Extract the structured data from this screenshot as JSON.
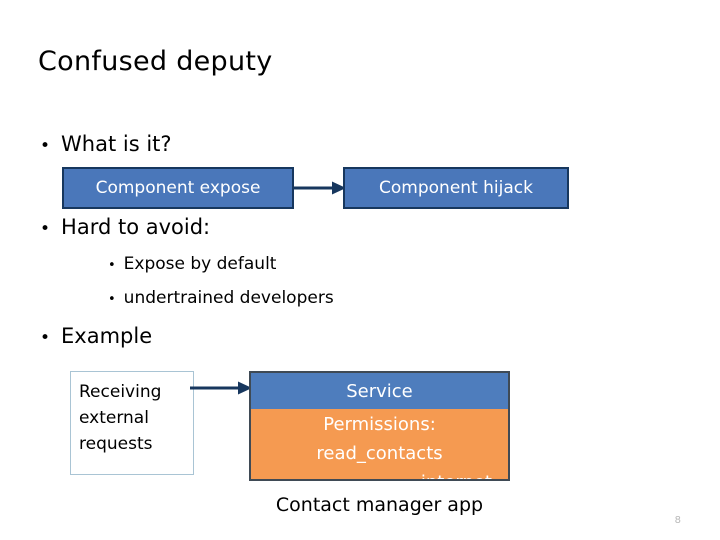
{
  "slide": {
    "title": "Confused deputy",
    "page_number": "8"
  },
  "bullets": {
    "what_is_it": "What is it?",
    "hard_to_avoid": "Hard to avoid:",
    "expose_by_default": "Expose by default",
    "undertrained_developers": "undertrained developers",
    "example": "Example",
    "marker_level1": "•",
    "marker_level2": "•"
  },
  "top_diagram": {
    "source_box": "Component expose",
    "target_box": "Component hijack",
    "arrow": "arrow-right"
  },
  "bottom_diagram": {
    "request_box": {
      "line1": "Receiving",
      "line2": "external",
      "line3": "requests"
    },
    "arrow": "arrow-right",
    "service_box": {
      "header": "Service",
      "permissions_label": "Permissions:",
      "permission_1": "read_contacts",
      "permission_2": "internet"
    },
    "caption": "Contact manager app"
  },
  "colors": {
    "box_blue_fill": "#4a77ba",
    "box_blue_border": "#17375e",
    "service_header_blue": "#4e7dbd",
    "service_body_orange": "#f59a51",
    "service_border": "#3f4a55",
    "request_box_border": "#a9c4d4",
    "arrow_navy": "#17375e",
    "text_black": "#000000",
    "text_white": "#ffffff",
    "page_number_gray": "#b9b9b9"
  }
}
